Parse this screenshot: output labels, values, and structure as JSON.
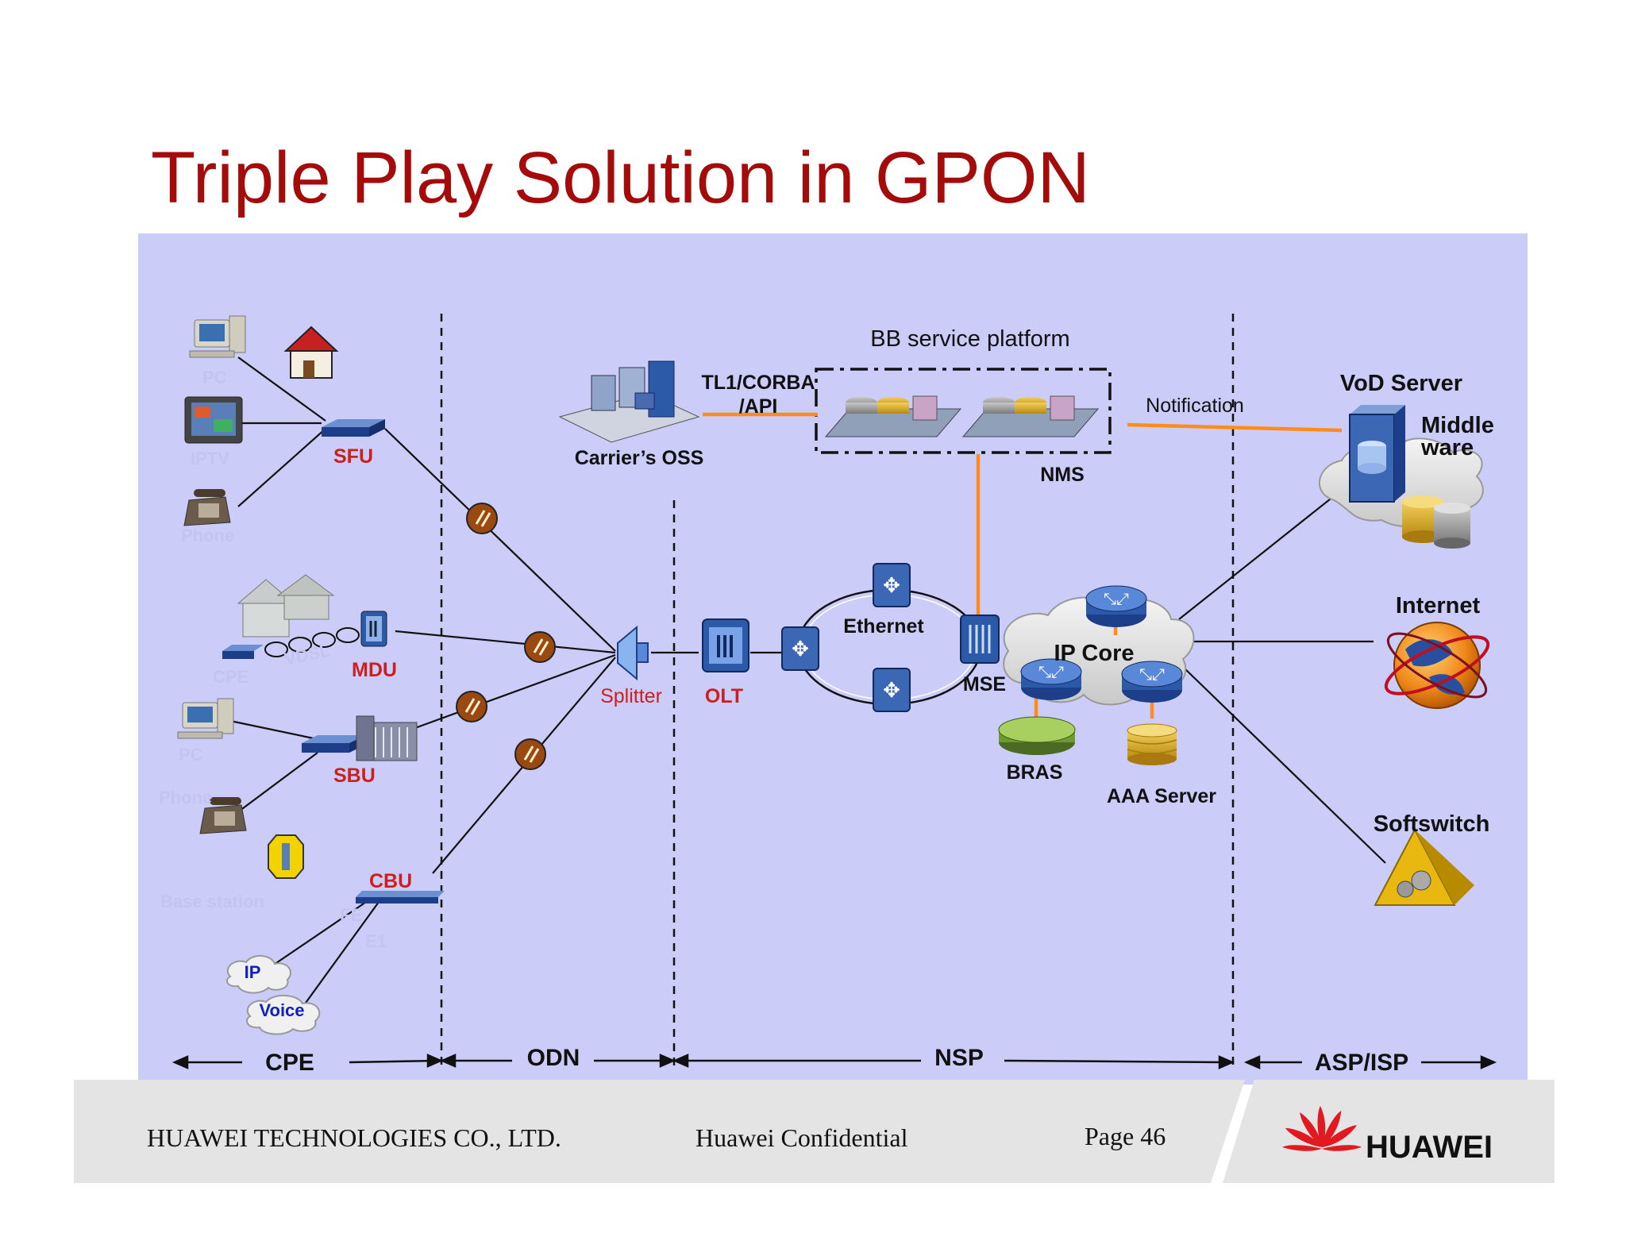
{
  "title": "Triple Play Solution in GPON",
  "colors": {
    "title": "#a40b0b",
    "background_panel": "#ccccf9",
    "footer_band": "#e4e4e4",
    "orange_link": "#ff8c1a",
    "red_label": "#cc1f1f",
    "blue_label": "#1020c0",
    "huawei_red": "#e11a22"
  },
  "labels": {
    "bb_platform": "BB service platform",
    "tl1": "TL1/CORBA",
    "api": "/API",
    "carriers_oss": "Carrier’s OSS",
    "notification": "Notification",
    "nms": "NMS",
    "vod_server": "VoD Server",
    "middle": "Middle",
    "ware": "ware",
    "sfu": "SFU",
    "mdu": "MDU",
    "sbu": "SBU",
    "cbu": "CBU",
    "splitter": "Splitter",
    "olt": "OLT",
    "ethernet": "Ethernet",
    "mse": "MSE",
    "ip_core": "IP Core",
    "bras": "BRAS",
    "aaa_server": "AAA Server",
    "internet": "Internet",
    "softswitch": "Softswitch",
    "ip": "IP",
    "voice": "Voice",
    "faint_pc1": "PC",
    "faint_iptv": "IPTV",
    "faint_phone1": "Phone",
    "faint_cpe": "CPE",
    "faint_vdsl": "VDSL",
    "faint_pc2": "PC",
    "faint_phone2": "Phone",
    "faint_base_station": "Base station",
    "faint_fe": "FE",
    "faint_e1": "E1"
  },
  "segments": {
    "cpe": "CPE",
    "odn": "ODN",
    "nsp": "NSP",
    "asp_isp": "ASP/ISP"
  },
  "footer": {
    "company": "HUAWEI TECHNOLOGIES CO., LTD.",
    "confidential": "Huawei Confidential",
    "page": "Page 46",
    "logo_text": "HUAWEI"
  },
  "icons": {
    "pc": "computer-icon",
    "house": "house-icon",
    "tv": "tv-icon",
    "phone": "telephone-icon",
    "ont": "ont-modem-icon",
    "olt": "olt-chassis-icon",
    "router": "router-icon",
    "switch": "ethernet-switch-icon",
    "server": "server-icon",
    "globe": "globe-icon",
    "softswitch": "softswitch-pyramid-icon",
    "splitter": "optical-splitter-icon",
    "fiber_joint": "fiber-connector-icon",
    "logo": "huawei-logo-icon"
  }
}
